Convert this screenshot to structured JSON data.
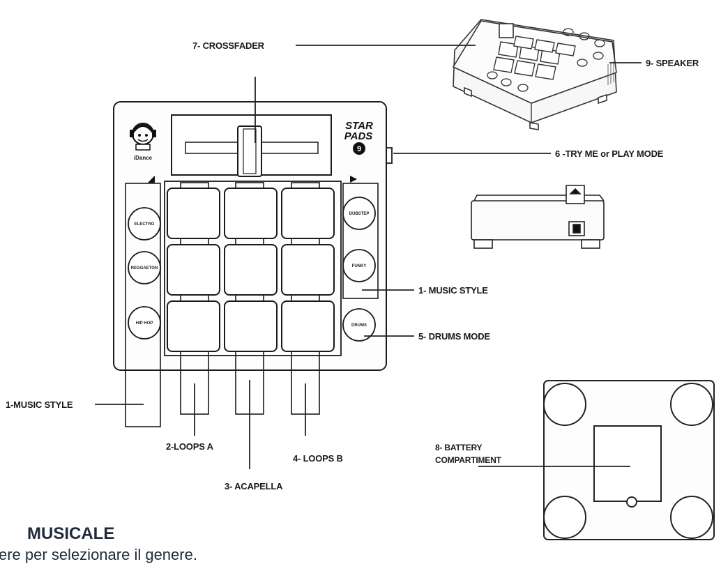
{
  "labels": {
    "crossfader": "7- CROSSFADER",
    "speaker": "9- SPEAKER",
    "try_me": "6 -TRY ME or PLAY MODE",
    "music_style_right": "1- MUSIC STYLE",
    "drums_mode": "5- DRUMS MODE",
    "music_style_left": "1-MUSIC STYLE",
    "loops_a": "2-LOOPS A",
    "acapella": "3- ACAPELLA",
    "loops_b": "4- LOOPS B",
    "battery_line1": "8- BATTERY",
    "battery_line2": "COMPARTIMENT"
  },
  "device": {
    "brand_line1": "STAR",
    "brand_line2": "PADS",
    "brand_mark": "9",
    "logo_text": "iDance",
    "left_buttons": [
      "ELECTRO",
      "REGGAETON",
      "HIP HOP"
    ],
    "right_buttons": [
      "DUBSTEP",
      "FUNKY",
      "DRUMS"
    ]
  },
  "caption": {
    "title": "MUSICALE",
    "text": "ere per selezionare il genere."
  }
}
